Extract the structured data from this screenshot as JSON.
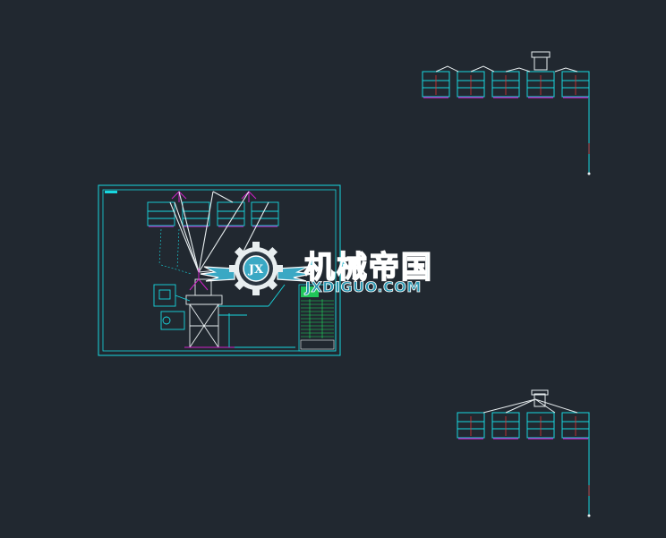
{
  "watermark": {
    "title": "机械帝国",
    "subtitle": "JXDIGUO.COM",
    "emblem_text": "JX"
  },
  "colors": {
    "background": "#212830",
    "cad_cyan": "#18d8e0",
    "cad_magenta": "#d020c8",
    "cad_white": "#e8eef0",
    "cad_red": "#e03030",
    "cad_green": "#20e060",
    "watermark_blue": "#4fc3d6"
  }
}
